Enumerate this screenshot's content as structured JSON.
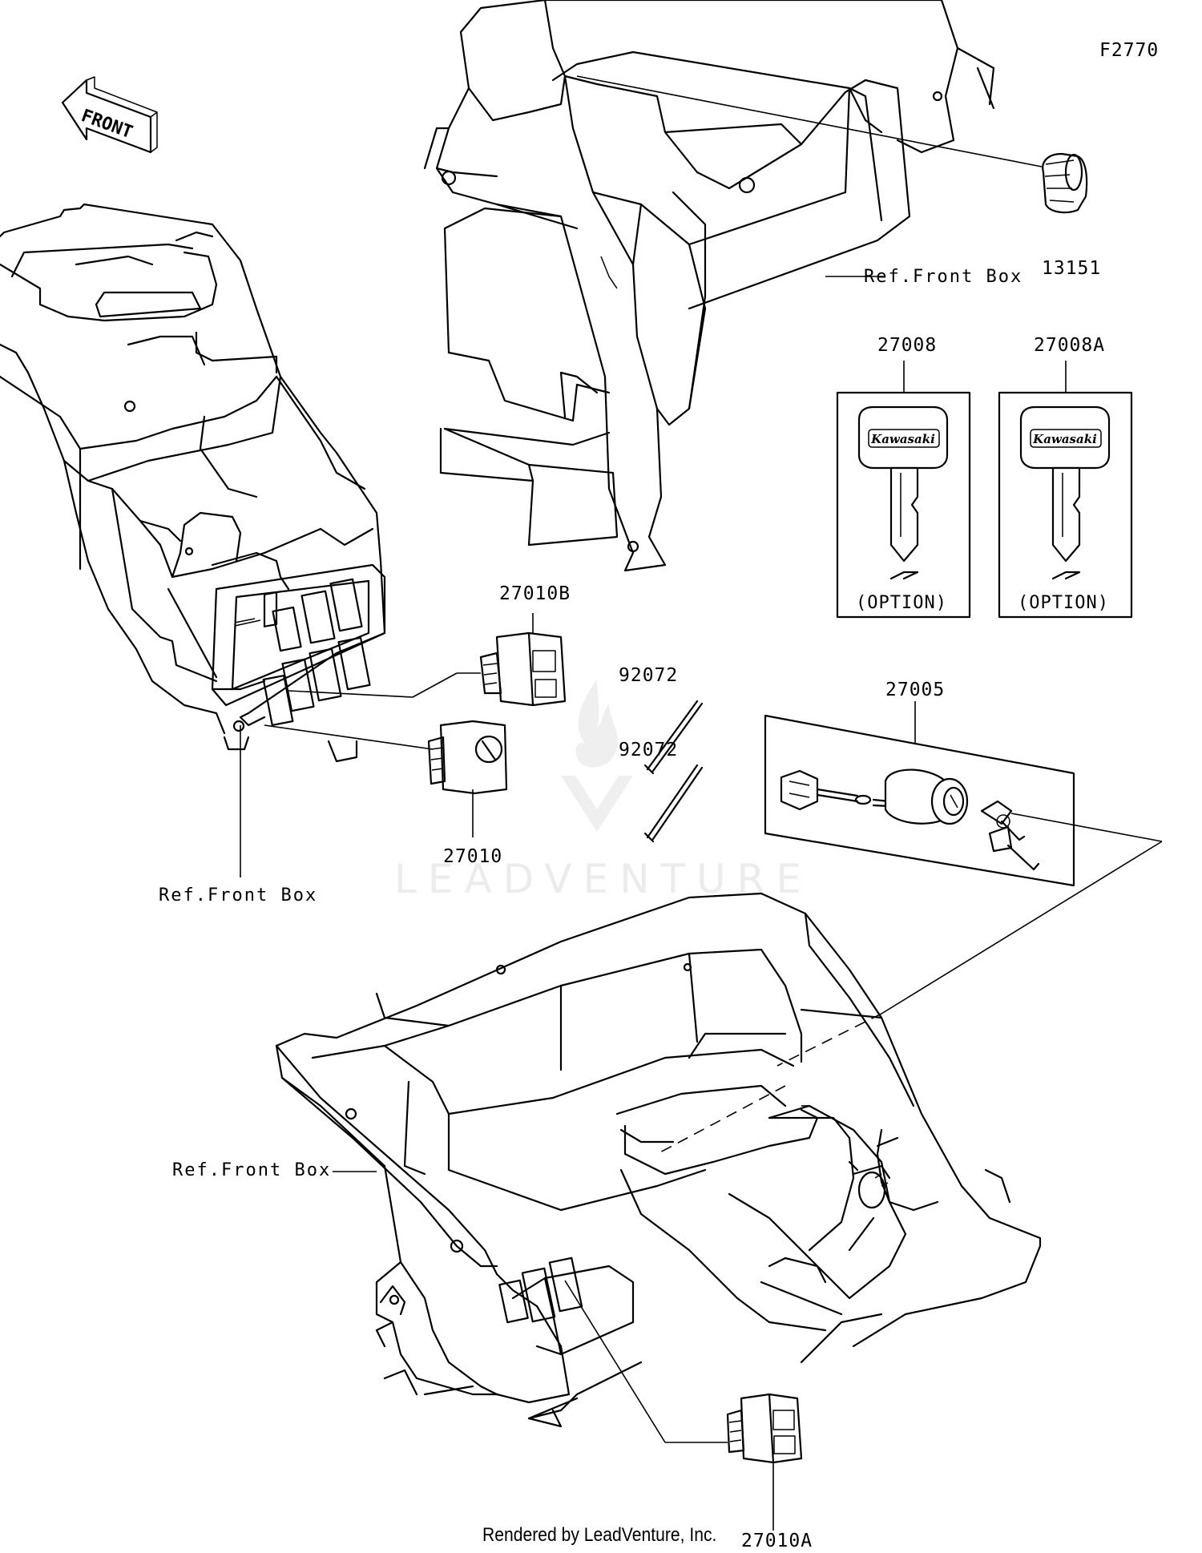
{
  "diagram": {
    "code": "F2770",
    "direction_label": "FRONT",
    "parts": [
      {
        "number": "13151"
      },
      {
        "number": "27008",
        "note": "(OPTION)",
        "brand": "Kawasaki"
      },
      {
        "number": "27008A",
        "note": "(OPTION)",
        "brand": "Kawasaki"
      },
      {
        "number": "27010B"
      },
      {
        "number": "92072"
      },
      {
        "number": "92072"
      },
      {
        "number": "27010"
      },
      {
        "number": "27005"
      },
      {
        "number": "27010A"
      }
    ],
    "references": [
      "Ref.Front Box",
      "Ref.Front Box",
      "Ref.Front Box"
    ]
  },
  "watermark": "LEADVENTURE",
  "footer": "Rendered by LeadVenture, Inc.",
  "colors": {
    "line": "#000000",
    "background": "#ffffff",
    "watermark": "#ececec"
  }
}
